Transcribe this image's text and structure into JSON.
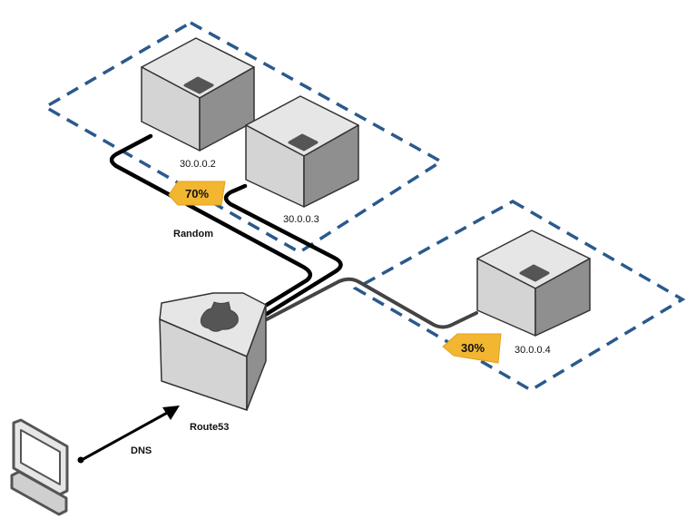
{
  "diagram": {
    "servers": [
      {
        "id": "server-1",
        "label": "30.0.0.2"
      },
      {
        "id": "server-2",
        "label": "30.0.0.3"
      },
      {
        "id": "server-3",
        "label": "30.0.0.4"
      }
    ],
    "router": {
      "label": "Route53"
    },
    "routing_policy_label": "Random",
    "weights": [
      {
        "id": "weight-group-a",
        "value": "70%"
      },
      {
        "id": "weight-group-b",
        "value": "30%"
      }
    ],
    "client_link_label": "DNS",
    "colors": {
      "zone_border": "#2a5a8c",
      "weight_badge": "#f2b630",
      "cube_top": "#e6e6e6",
      "cube_left": "#d4d4d4",
      "cube_right": "#8f8f8f",
      "link_primary": "#000000",
      "link_secondary": "#444444"
    },
    "icons": {
      "server": "server-cube-icon",
      "router": "route53-router-icon",
      "client": "computer-monitor-icon"
    }
  }
}
